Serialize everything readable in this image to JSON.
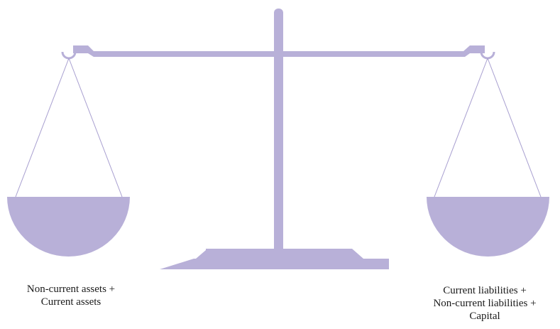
{
  "colors": {
    "scale_fill": "#b8b0d8",
    "string": "#a89fd0",
    "text": "#1a1a1a",
    "background": "#ffffff"
  },
  "left_pan": {
    "lines": [
      "Non-current assets +",
      "Current assets"
    ]
  },
  "right_pan": {
    "lines": [
      "Current liabilities +",
      "Non-current liabilities +",
      "Capital"
    ]
  }
}
